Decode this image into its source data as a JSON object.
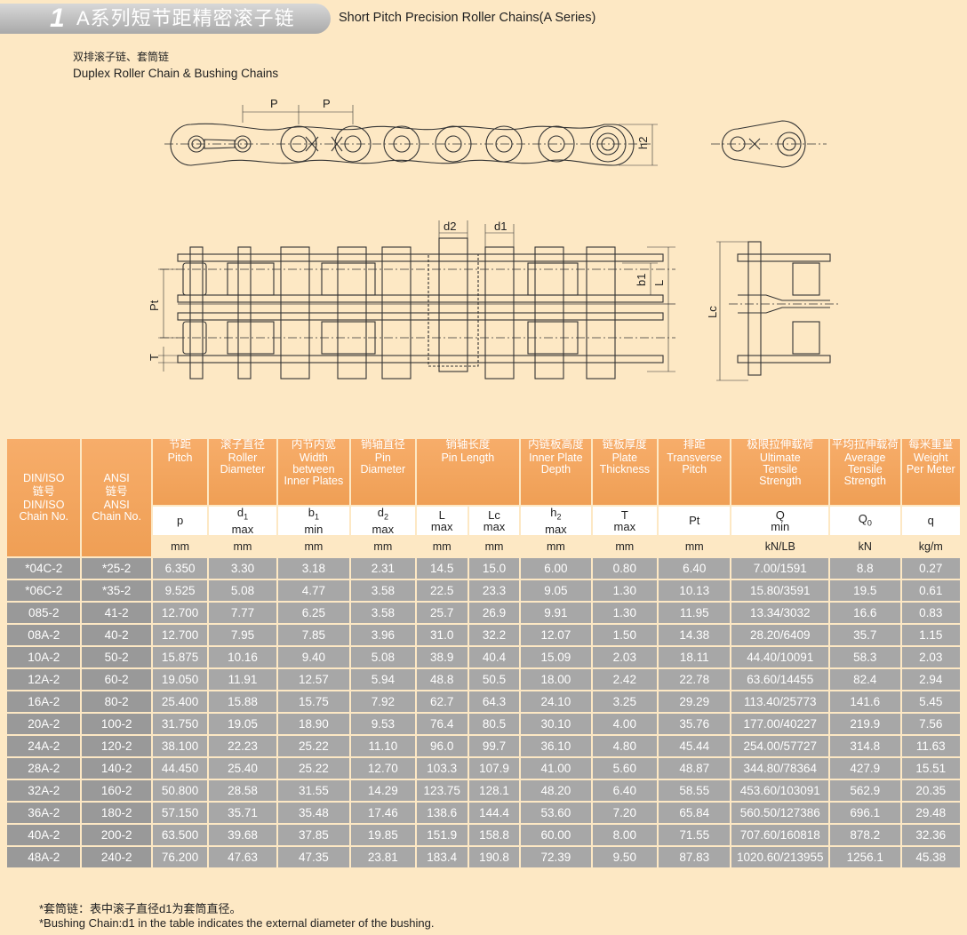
{
  "header": {
    "number": "1",
    "title_cn": "A系列短节距精密滚子链",
    "title_en": "Short Pitch Precision Roller Chains(A Series)"
  },
  "subtitle": {
    "cn": "双排滚子链、套筒链",
    "en": "Duplex Roller Chain & Bushing Chains"
  },
  "diagram_labels": {
    "p1": "P",
    "p2": "P",
    "h2": "h2",
    "d2": "d2",
    "d1": "d1",
    "b1": "b1",
    "L": "L",
    "Lc": "Lc",
    "Pt": "Pt",
    "T": "T"
  },
  "table": {
    "headers": [
      {
        "cn": "DIN/ISO\n链号",
        "en": "DIN/ISO\nChain No."
      },
      {
        "cn": "ANSI\n链号",
        "en": "ANSI\nChain No."
      },
      {
        "cn": "节距",
        "en": "Pitch"
      },
      {
        "cn": "滚子直径",
        "en": "Roller\nDiameter"
      },
      {
        "cn": "内节内宽",
        "en": "Width\nbetween\nInner Plates"
      },
      {
        "cn": "销轴直径",
        "en": "Pin\nDiameter"
      },
      {
        "cn": "销轴长度",
        "en": "Pin Length"
      },
      {
        "cn": "内链板高度",
        "en": "Inner Plate\nDepth"
      },
      {
        "cn": "链板厚度",
        "en": "Plate\nThickness"
      },
      {
        "cn": "排距",
        "en": "Transverse\nPitch"
      },
      {
        "cn": "极限拉伸载荷",
        "en": "Ultimate\nTensile\nStrength"
      },
      {
        "cn": "平均拉伸载荷",
        "en": "Average\nTensile\nStrength"
      },
      {
        "cn": "每米重量",
        "en": "Weight\nPer Meter"
      }
    ],
    "symbols": [
      {
        "s": "p",
        "q": ""
      },
      {
        "s": "d1",
        "q": "max"
      },
      {
        "s": "b1",
        "q": "min"
      },
      {
        "s": "d2",
        "q": "max"
      },
      {
        "s": "L",
        "q": "max"
      },
      {
        "s": "Lc",
        "q": "max"
      },
      {
        "s": "h2",
        "q": "max"
      },
      {
        "s": "T",
        "q": "max"
      },
      {
        "s": "Pt",
        "q": ""
      },
      {
        "s": "Q",
        "q": "min"
      },
      {
        "s": "Q0",
        "q": ""
      },
      {
        "s": "q",
        "q": ""
      }
    ],
    "units": [
      "mm",
      "mm",
      "mm",
      "mm",
      "mm",
      "mm",
      "mm",
      "mm",
      "mm",
      "kN/LB",
      "kN",
      "kg/m"
    ],
    "rows": [
      [
        "*04C-2",
        "*25-2",
        "6.350",
        "3.30",
        "3.18",
        "2.31",
        "14.5",
        "15.0",
        "6.00",
        "0.80",
        "6.40",
        "7.00/1591",
        "8.8",
        "0.27"
      ],
      [
        "*06C-2",
        "*35-2",
        "9.525",
        "5.08",
        "4.77",
        "3.58",
        "22.5",
        "23.3",
        "9.05",
        "1.30",
        "10.13",
        "15.80/3591",
        "19.5",
        "0.61"
      ],
      [
        "085-2",
        "41-2",
        "12.700",
        "7.77",
        "6.25",
        "3.58",
        "25.7",
        "26.9",
        "9.91",
        "1.30",
        "11.95",
        "13.34/3032",
        "16.6",
        "0.83"
      ],
      [
        "08A-2",
        "40-2",
        "12.700",
        "7.95",
        "7.85",
        "3.96",
        "31.0",
        "32.2",
        "12.07",
        "1.50",
        "14.38",
        "28.20/6409",
        "35.7",
        "1.15"
      ],
      [
        "10A-2",
        "50-2",
        "15.875",
        "10.16",
        "9.40",
        "5.08",
        "38.9",
        "40.4",
        "15.09",
        "2.03",
        "18.11",
        "44.40/10091",
        "58.3",
        "2.03"
      ],
      [
        "12A-2",
        "60-2",
        "19.050",
        "11.91",
        "12.57",
        "5.94",
        "48.8",
        "50.5",
        "18.00",
        "2.42",
        "22.78",
        "63.60/14455",
        "82.4",
        "2.94"
      ],
      [
        "16A-2",
        "80-2",
        "25.400",
        "15.88",
        "15.75",
        "7.92",
        "62.7",
        "64.3",
        "24.10",
        "3.25",
        "29.29",
        "113.40/25773",
        "141.6",
        "5.45"
      ],
      [
        "20A-2",
        "100-2",
        "31.750",
        "19.05",
        "18.90",
        "9.53",
        "76.4",
        "80.5",
        "30.10",
        "4.00",
        "35.76",
        "177.00/40227",
        "219.9",
        "7.56"
      ],
      [
        "24A-2",
        "120-2",
        "38.100",
        "22.23",
        "25.22",
        "11.10",
        "96.0",
        "99.7",
        "36.10",
        "4.80",
        "45.44",
        "254.00/57727",
        "314.8",
        "11.63"
      ],
      [
        "28A-2",
        "140-2",
        "44.450",
        "25.40",
        "25.22",
        "12.70",
        "103.3",
        "107.9",
        "41.00",
        "5.60",
        "48.87",
        "344.80/78364",
        "427.9",
        "15.51"
      ],
      [
        "32A-2",
        "160-2",
        "50.800",
        "28.58",
        "31.55",
        "14.29",
        "123.75",
        "128.1",
        "48.20",
        "6.40",
        "58.55",
        "453.60/103091",
        "562.9",
        "20.35"
      ],
      [
        "36A-2",
        "180-2",
        "57.150",
        "35.71",
        "35.48",
        "17.46",
        "138.6",
        "144.4",
        "53.60",
        "7.20",
        "65.84",
        "560.50/127386",
        "696.1",
        "29.48"
      ],
      [
        "40A-2",
        "200-2",
        "63.500",
        "39.68",
        "37.85",
        "19.85",
        "151.9",
        "158.8",
        "60.00",
        "8.00",
        "71.55",
        "707.60/160818",
        "878.2",
        "32.36"
      ],
      [
        "48A-2",
        "240-2",
        "76.200",
        "47.63",
        "47.35",
        "23.81",
        "183.4",
        "190.8",
        "72.39",
        "9.50",
        "87.83",
        "1020.60/213955",
        "1256.1",
        "45.38"
      ]
    ]
  },
  "footnote": {
    "cn": "*套筒链：表中滚子直径d1为套筒直径。",
    "en": "*Bushing Chain:d1 in the table indicates the external diameter of the bushing."
  },
  "colors": {
    "background": "#fde8c4",
    "header_cell": "#f4a460",
    "data_cell": "#a7a7a7",
    "title_bar": "#b5b5b5"
  }
}
